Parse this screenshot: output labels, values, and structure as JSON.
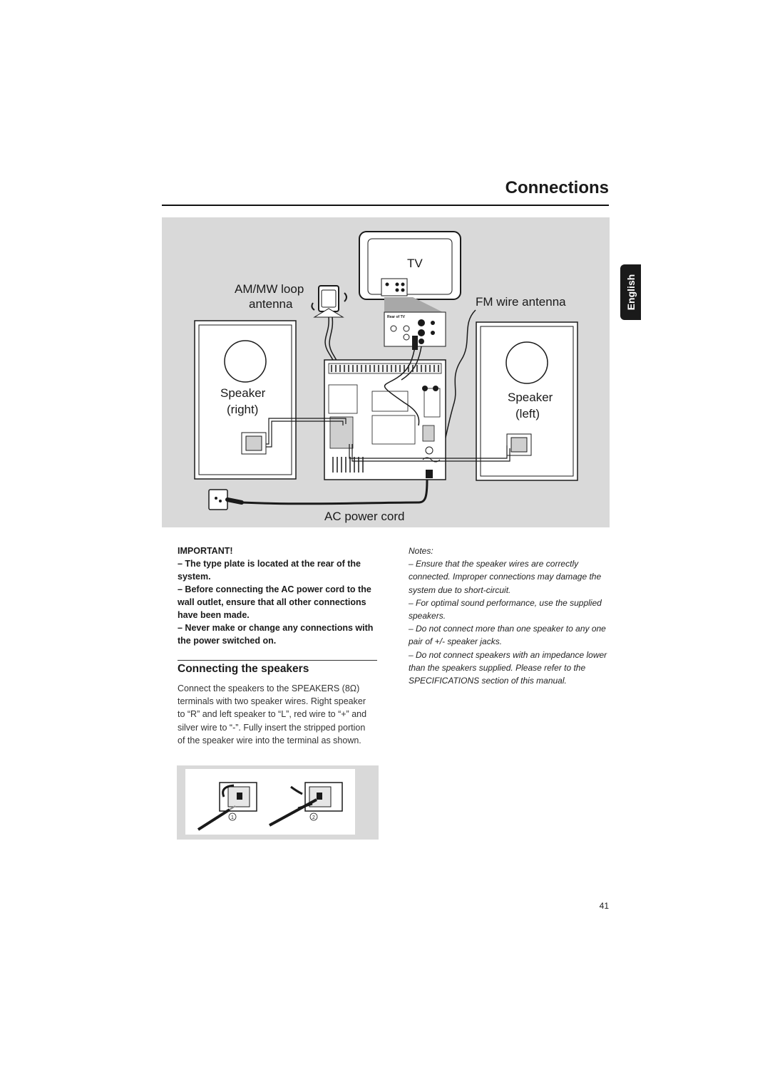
{
  "page": {
    "title": "Connections",
    "language_tab": "English",
    "page_number": "41"
  },
  "diagram": {
    "labels": {
      "tv": "TV",
      "am_mw_line1": "AM/MW loop",
      "am_mw_line2": "antenna",
      "fm_antenna": "FM wire antenna",
      "speaker_right_line1": "Speaker",
      "speaker_right_line2": "(right)",
      "speaker_left_line1": "Speaker",
      "speaker_left_line2": "(left)",
      "ac_power_cord": "AC power cord",
      "rear_of_tv": "Rear of TV"
    },
    "colors": {
      "background": "#d9d9d9",
      "cabinet": "#ffffff",
      "line": "#1a1a1a"
    }
  },
  "important": {
    "heading": "IMPORTANT!",
    "items": [
      "–  The type plate is located at the rear of the system.",
      "–  Before connecting the AC power cord to the wall outlet, ensure that all other connections have been made.",
      "–  Never make or change any connections with the power switched on."
    ]
  },
  "connecting_speakers": {
    "heading": "Connecting the speakers",
    "body": "Connect the speakers to the SPEAKERS (8Ω) terminals with two speaker wires. Right speaker to “R” and left speaker to “L”, red wire to “+” and silver wire to “-”. Fully insert the stripped portion of the speaker wire into the terminal as shown.",
    "step_labels": [
      "1",
      "2"
    ]
  },
  "notes": {
    "heading": "Notes:",
    "items": [
      "–  Ensure that the speaker wires are correctly connected. Improper connections may damage the system due to short-circuit.",
      "–  For optimal sound performance, use the supplied speakers.",
      "–  Do not connect more than one speaker to any one pair of +/- speaker jacks.",
      "–  Do not connect speakers with an impedance lower than the speakers supplied. Please refer to the SPECIFICATIONS section of this manual."
    ]
  }
}
